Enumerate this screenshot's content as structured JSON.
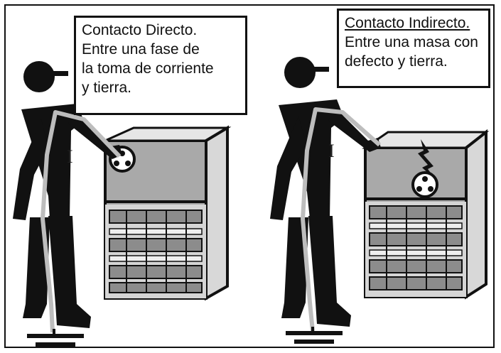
{
  "panels": [
    {
      "callout": {
        "title": "Contacto Directo.",
        "lines": [
          "Entre una fase de",
          "la toma de corriente",
          "y tierra."
        ]
      },
      "current_label": "I"
    },
    {
      "callout": {
        "title": "Contacto Indirecto.",
        "lines": [
          "Entre una masa con",
          "defecto y tierra."
        ]
      },
      "current_label": "I"
    }
  ],
  "colors": {
    "ink": "#111111",
    "panel_gray": "#a9a9a9",
    "current_path": "#bdbdbd"
  }
}
